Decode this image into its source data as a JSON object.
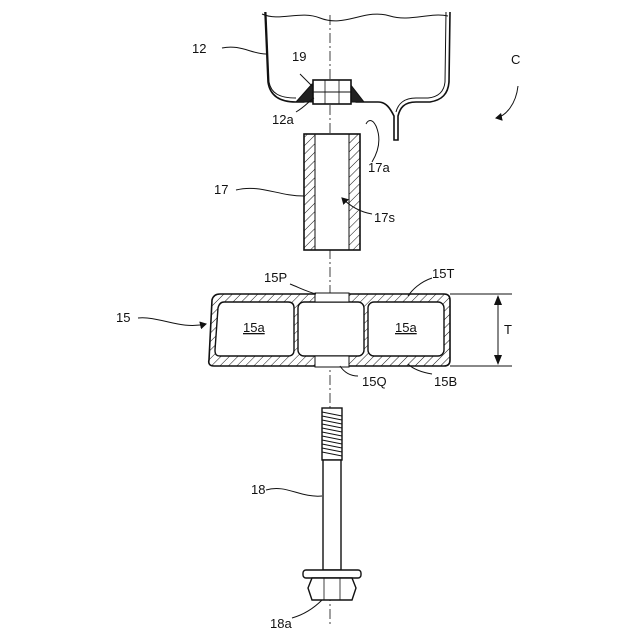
{
  "labels": {
    "c": "C",
    "l12": "12",
    "l19": "19",
    "l12a": "12a",
    "l17a": "17a",
    "l17": "17",
    "l17s": "17s",
    "l15p": "15P",
    "l15t": "15T",
    "l15": "15",
    "l15a_left": "15a",
    "l15a_right": "15a",
    "lT": "T",
    "l15q": "15Q",
    "l15b": "15B",
    "l18": "18",
    "l18a": "18a"
  },
  "colors": {
    "line": "#111111",
    "background": "#ffffff"
  }
}
